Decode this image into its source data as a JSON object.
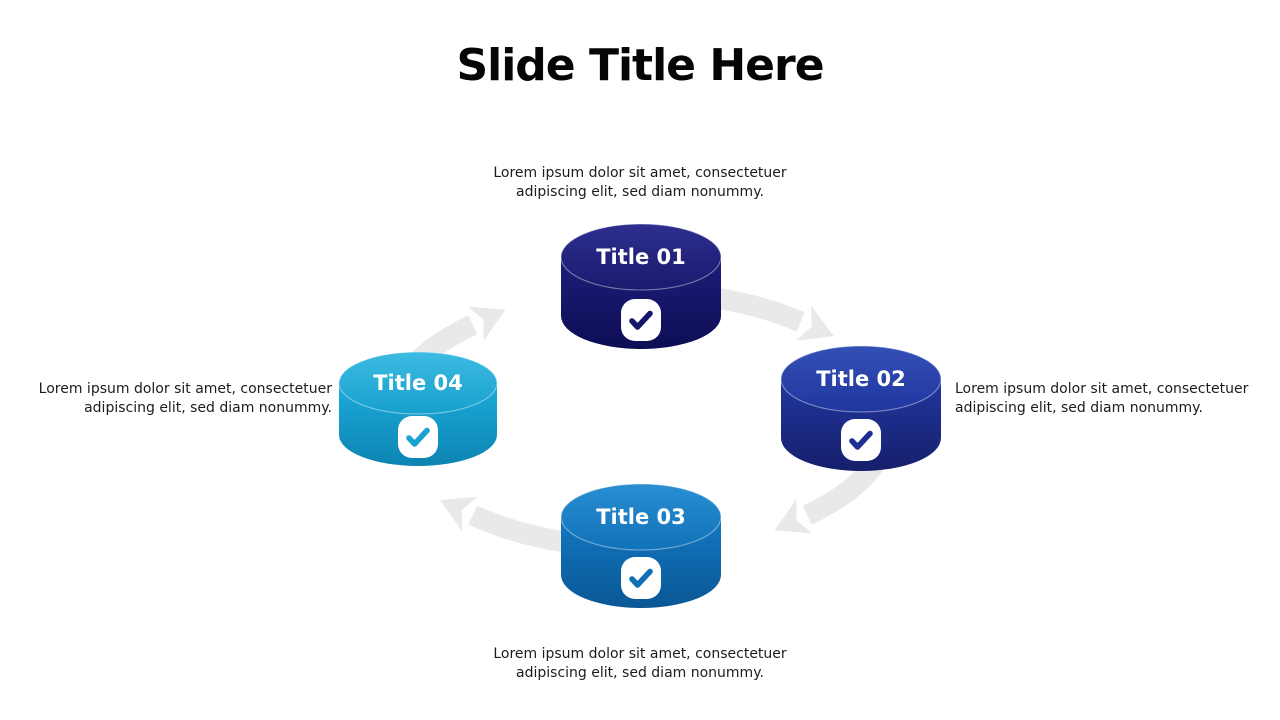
{
  "slide": {
    "title": "Slide Title Here"
  },
  "diagram": {
    "type": "cycle",
    "direction": "clockwise",
    "arrow_color": "#e9e9e9",
    "items": [
      {
        "id": "01",
        "title": "Title 01",
        "position": "top",
        "color": "#15156b",
        "check_color": "#15156b",
        "icon": "check",
        "description": "Lorem ipsum dolor sit amet, consectetuer adipiscing elit, sed diam nonummy."
      },
      {
        "id": "02",
        "title": "Title 02",
        "position": "right",
        "color": "#1d2f94",
        "check_color": "#1d2f94",
        "icon": "check",
        "description": "Lorem ipsum dolor sit amet, consectetuer adipiscing elit, sed diam nonummy."
      },
      {
        "id": "03",
        "title": "Title 03",
        "position": "bottom",
        "color": "#0f6fb4",
        "check_color": "#0f6fb4",
        "icon": "check",
        "description": "Lorem ipsum dolor sit amet, consectetuer adipiscing elit, sed diam nonummy."
      },
      {
        "id": "04",
        "title": "Title 04",
        "position": "left",
        "color": "#17a2d0",
        "check_color": "#17a2d0",
        "icon": "check",
        "description": "Lorem ipsum dolor sit amet, consectetuer adipiscing elit, sed diam nonummy."
      }
    ]
  }
}
